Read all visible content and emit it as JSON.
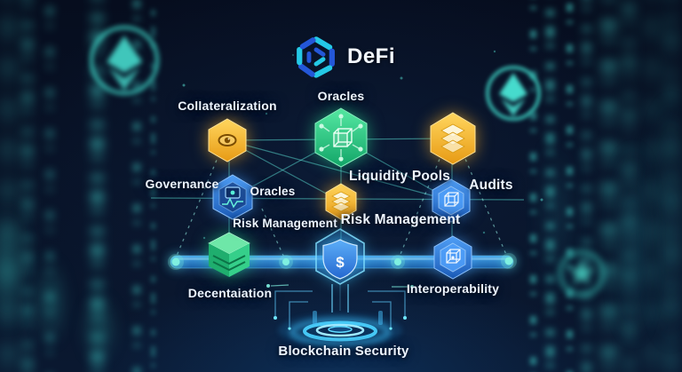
{
  "logo": {
    "text": "DeFi",
    "icon": "defi-hex-knot-icon"
  },
  "labels": {
    "oracles_top": "Oracles",
    "collateralization": "Collateralization",
    "liquidity_pools": "Liquidity Pools",
    "audits": "Audits",
    "governance": "Governance",
    "oracles_mid": "Oracles",
    "risk_management_left": "Risk Management",
    "risk_management_right": "Risk Management",
    "decentralization": "Decentaiation",
    "interoperability": "Interoperability",
    "blockchain_security": "Blockchain Security"
  },
  "nodes": {
    "collateralization": {
      "icon": "eye-icon",
      "color": "#f2b02e"
    },
    "oracles": {
      "icon": "network-cube-icon",
      "color": "#2fcf8d"
    },
    "liquidity_pools": {
      "icon": "layers-icon",
      "color": "#f2b02e"
    },
    "governance": {
      "icon": "chip-pulse-icon",
      "color": "#2f7fe8"
    },
    "risk_management": {
      "icon": "layers-icon",
      "color": "#f2b02e"
    },
    "audits": {
      "icon": "cube-icon",
      "color": "#2f7fe8"
    },
    "decentralization": {
      "icon": "stacked-layers-cube-icon",
      "color": "#37d18f"
    },
    "interoperability": {
      "icon": "cube-icon",
      "color": "#2f7fe8"
    },
    "shield": {
      "symbol": "$",
      "icon": "shield-dollar-icon",
      "color": "#3b8df0"
    }
  },
  "background_icons": [
    "ethereum-icon",
    "ethereum-icon",
    "star-icon"
  ],
  "colors": {
    "background": "#081226",
    "accent_teal": "#3fe3d2",
    "accent_blue": "#2e7fe0",
    "accent_gold": "#f2b02e",
    "accent_green": "#33cf8e",
    "text": "#eef5ff"
  }
}
